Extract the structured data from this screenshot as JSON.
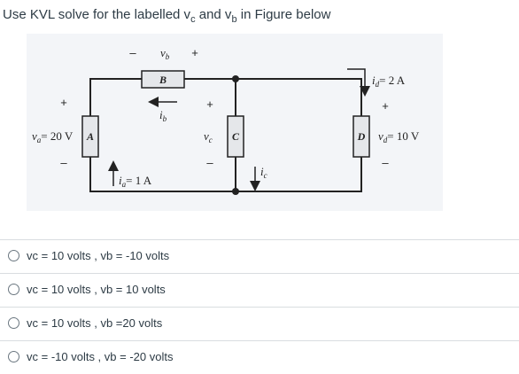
{
  "question": {
    "prefix": "Use KVL  solve for the labelled v",
    "sub_c": "c",
    "middle": " and v",
    "sub_b": "b",
    "suffix": " in Figure below"
  },
  "figure": {
    "vb_label": "v",
    "vb_sub": "b",
    "elem_b": "B",
    "ib_label": "i",
    "ib_sub": "b",
    "va_label": "v",
    "va_sub": "a",
    "va_value": "= 20 V",
    "elem_a": "A",
    "ia_label": "i",
    "ia_sub": "a",
    "ia_value": "= 1 A",
    "vc_label": "v",
    "vc_sub": "c",
    "elem_c": "C",
    "ic_label": "i",
    "ic_sub": "c",
    "id_label": "i",
    "id_sub": "d",
    "id_value": "= 2 A",
    "elem_d": "D",
    "vd_label": "v",
    "vd_sub": "d",
    "vd_value": "= 10 V",
    "plus": "+",
    "minus": "–"
  },
  "options": [
    {
      "label": "vc = 10 volts , vb = -10 volts"
    },
    {
      "label": "vc = 10 volts , vb = 10 volts"
    },
    {
      "label": "vc = 10 volts , vb =20 volts"
    },
    {
      "label": "vc = -10 volts , vb = -20 volts"
    }
  ]
}
